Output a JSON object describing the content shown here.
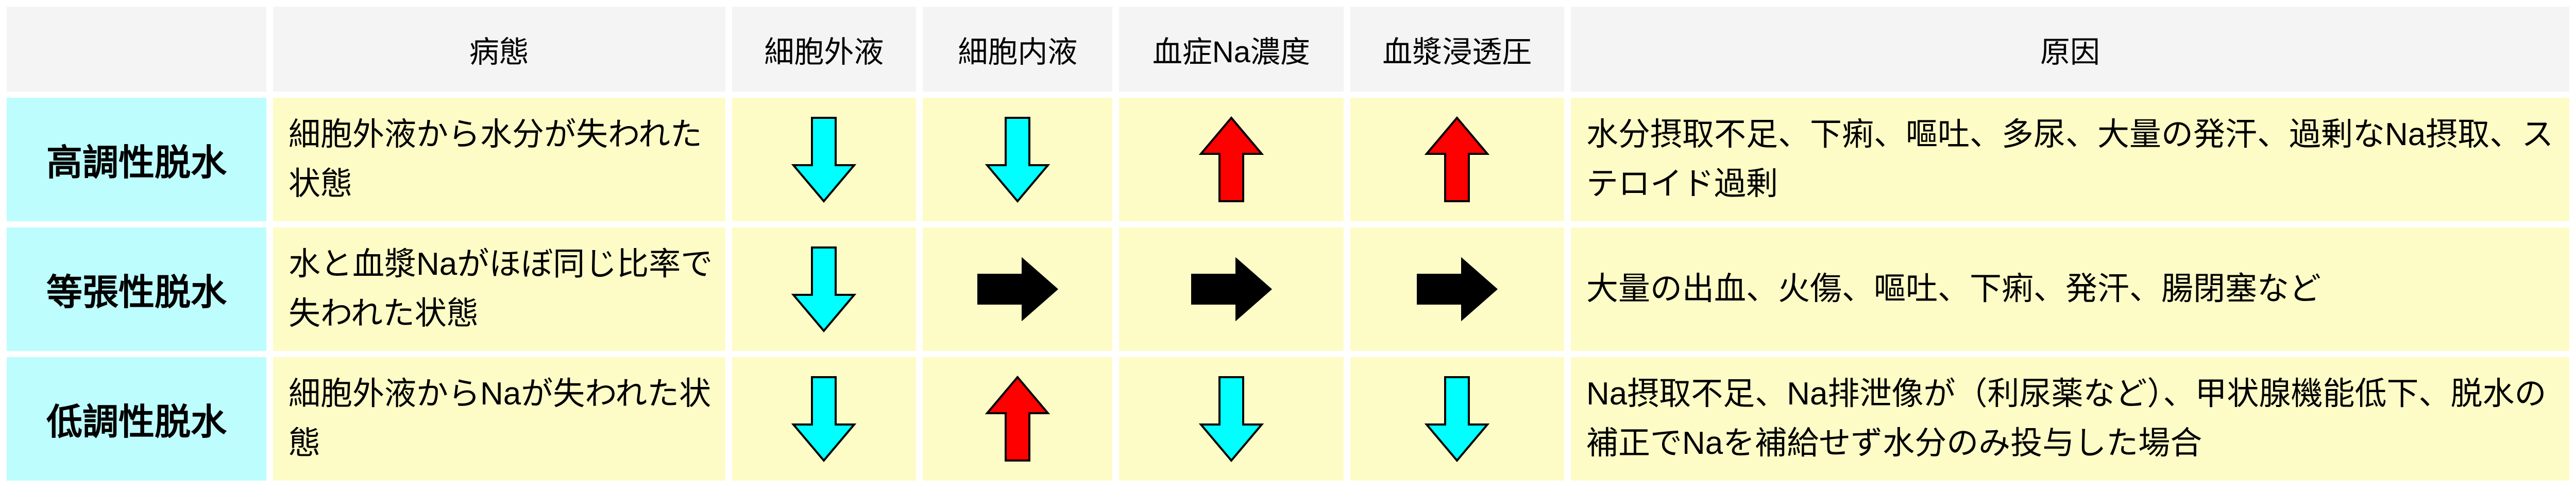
{
  "header": [
    "",
    "病態",
    "細胞外液",
    "細胞内液",
    "血症Na濃度",
    "血漿浸透圧",
    "原因"
  ],
  "colors": {
    "down": "#00ffff",
    "up": "#ff0000",
    "flat": "#000000",
    "rowhead": "#bdfdfd",
    "cell": "#fefcc6",
    "header": "#f4f4f4"
  },
  "rows": [
    {
      "name": "高調性脱水",
      "description": "細胞外液から水分が失われた状態",
      "arrows": [
        "down",
        "down",
        "up",
        "up"
      ],
      "cause": "水分摂取不足、下痢、嘔吐、多尿、大量の発汗、過剰なNa摂取、ステロイド過剰"
    },
    {
      "name": "等張性脱水",
      "description": "水と血漿Naがほぼ同じ比率で失われた状態",
      "arrows": [
        "down",
        "flat",
        "flat",
        "flat"
      ],
      "cause": "大量の出血、火傷、嘔吐、下痢、発汗、腸閉塞など"
    },
    {
      "name": "低調性脱水",
      "description": "細胞外液からNaが失われた状態",
      "arrows": [
        "down",
        "up",
        "down",
        "down"
      ],
      "cause": "Na摂取不足、Na排泄像が（利尿薬など）、甲状腺機能低下、脱水の補正でNaを補給せず水分のみ投与した場合"
    }
  ]
}
